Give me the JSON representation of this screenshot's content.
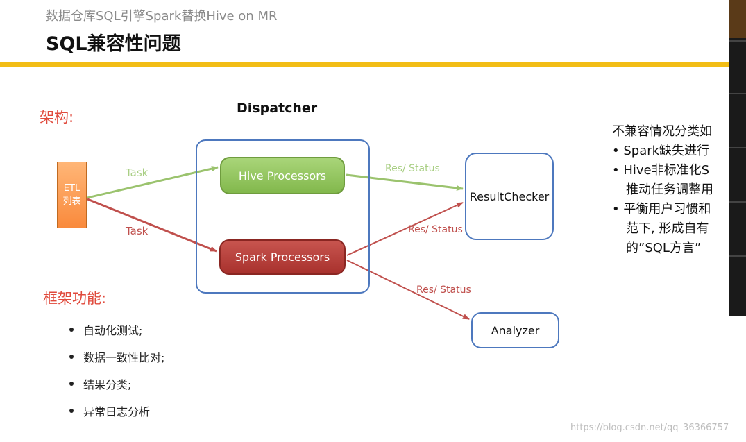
{
  "header": {
    "subtitle": "数据仓库SQL引擎Spark替换Hive on MR",
    "title": "SQL兼容性问题"
  },
  "sections": {
    "architecture_label": "架构:",
    "features_label": "框架功能:"
  },
  "diagram": {
    "dispatcher_title": "Dispatcher",
    "etl_line1": "ETL",
    "etl_line2": "列表",
    "hive_processors": "Hive Processors",
    "spark_processors": "Spark Processors",
    "result_checker": "ResultChecker",
    "analyzer": "Analyzer",
    "task_label_top": "Task",
    "task_label_bottom": "Task",
    "res_status_hive": "Res/ Status",
    "res_status_spark_checker": "Res/ Status",
    "res_status_spark_analyzer": "Res/ Status"
  },
  "colors": {
    "accent_bar": "#f2bd15",
    "section_label": "#e04a3c",
    "green_arrow": "#9bc36e",
    "red_arrow": "#c0504d",
    "box_border": "#4d78be"
  },
  "notes": {
    "heading": "不兼容情况分类如",
    "bullet1": "• Spark缺失进行",
    "bullet2_line1": "• Hive非标准化S",
    "bullet2_line2": "推动任务调整用",
    "bullet3_line1": "• 平衡用户习惯和",
    "bullet3_line2": "范下, 形成自有",
    "bullet3_line3": "的”SQL方言”"
  },
  "features": [
    "自动化测试;",
    "数据一致性比对;",
    "结果分类;",
    "异常日志分析"
  ],
  "watermark": "https://blog.csdn.net/qq_36366757"
}
